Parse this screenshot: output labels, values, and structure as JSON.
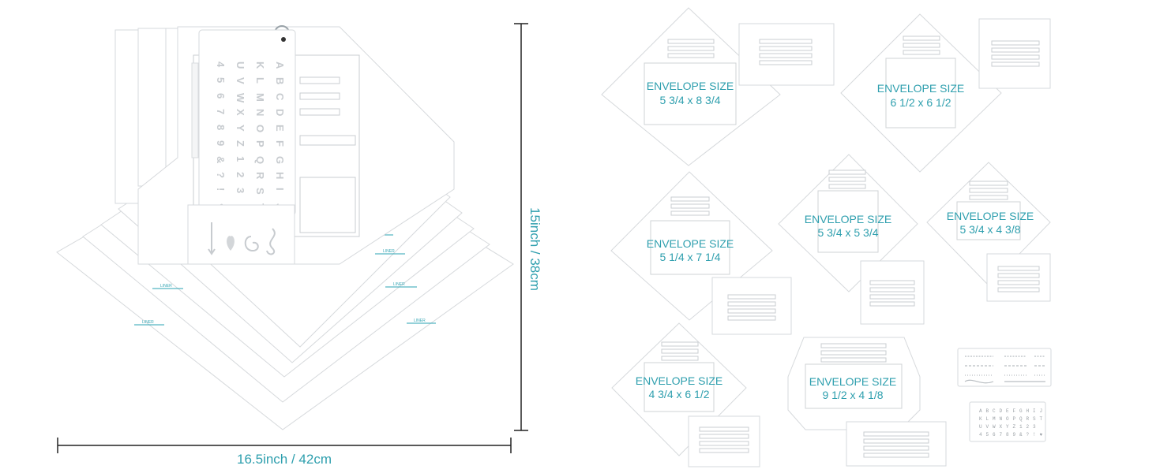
{
  "dimensions": {
    "width_label": "16.5inch / 42cm",
    "height_label": "15inch / 38cm"
  },
  "liner_label": "LINER",
  "envelopes": [
    {
      "title": "ENVELOPE SIZE",
      "size": "5 3/4 x 8 3/4"
    },
    {
      "title": "ENVELOPE SIZE",
      "size": "6 1/2 x 6 1/2"
    },
    {
      "title": "ENVELOPE SIZE",
      "size": "5 1/4 x 7 1/4"
    },
    {
      "title": "ENVELOPE SIZE",
      "size": "5 3/4 x 5 3/4"
    },
    {
      "title": "ENVELOPE SIZE",
      "size": "5 3/4 x 4 3/8"
    },
    {
      "title": "ENVELOPE SIZE",
      "size": "4 3/4 x 6 1/2"
    },
    {
      "title": "ENVELOPE SIZE",
      "size": "9 1/2 x 4 1/8"
    }
  ],
  "alphabet_rows": [
    [
      "A",
      "B",
      "C",
      "D",
      "E",
      "F",
      "G",
      "H",
      "I",
      "J"
    ],
    [
      "K",
      "L",
      "M",
      "N",
      "O",
      "P",
      "Q",
      "R",
      "S",
      "T"
    ],
    [
      "U",
      "V",
      "W",
      "X",
      "Y",
      "Z",
      "1",
      "2",
      "3"
    ],
    [
      "4",
      "5",
      "6",
      "7",
      "8",
      "9",
      "&",
      "?",
      "!",
      "♥"
    ]
  ],
  "colors": {
    "accent": "#2e9fae",
    "template_border": "#d6d9dc",
    "background": "#ffffff"
  }
}
